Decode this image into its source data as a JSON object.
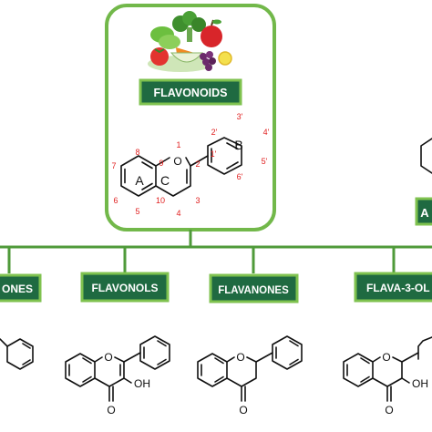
{
  "title": "FLAVONOIDS",
  "core": {
    "rings": [
      "A",
      "C",
      "B"
    ],
    "heteroatom": "O",
    "positions": [
      "1",
      "2",
      "3",
      "4",
      "5",
      "6",
      "7",
      "8",
      "9",
      "10",
      "2'",
      "3'",
      "4'",
      "5'",
      "6'",
      "1'"
    ]
  },
  "classes": [
    {
      "label": "ONES",
      "partial": true
    },
    {
      "label": "FLAVONOLS"
    },
    {
      "label": "FLAVANONES"
    },
    {
      "label": "FLAVA-3-OL",
      "partial": true
    }
  ],
  "right_partial_label": "A",
  "atoms": {
    "oxygen": "O",
    "hydroxyl": "OH"
  },
  "colors": {
    "green_border": "#72b84a",
    "header_bg": "#1f6a41",
    "header_border": "#7fc24f",
    "line": "#4f9a3a",
    "number_red": "#e02020"
  }
}
